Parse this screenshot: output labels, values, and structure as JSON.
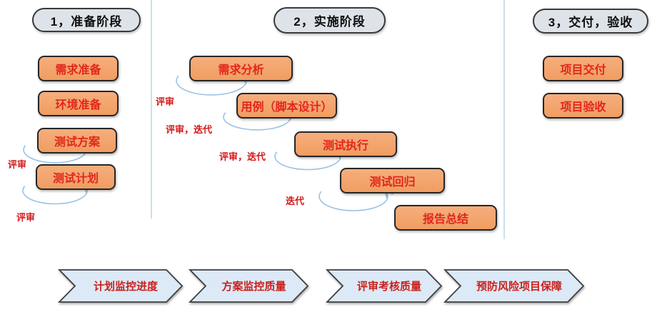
{
  "phases": [
    {
      "title": "1，准备阶段",
      "boxes": [
        "需求准备",
        "环境准备",
        "测试方案",
        "测试计划"
      ]
    },
    {
      "title": "2，实施阶段",
      "boxes": [
        "需求分析",
        "用例（脚本设计）",
        "测试执行",
        "测试回归",
        "报告总结"
      ]
    },
    {
      "title": "3，交付，验收",
      "boxes": [
        "项目交付",
        "项目验收"
      ]
    }
  ],
  "loop_annotations": [
    {
      "target": "测试方案",
      "label": "评审"
    },
    {
      "target": "测试计划",
      "label": "评审"
    },
    {
      "target": "需求分析",
      "label": "评审"
    },
    {
      "target": "用例（脚本设计）",
      "label": "评审，迭代"
    },
    {
      "target": "测试执行",
      "label": "评审，迭代"
    },
    {
      "target": "测试回归",
      "label": "迭代"
    }
  ],
  "bottom_banners": [
    "计划监控进度",
    "方案监控质量",
    "评审考核质量",
    "预防风险项目保障"
  ],
  "colors": {
    "box_fill": "#f3a571",
    "box_text": "#e2261c",
    "pill_fill": "#dee3e9",
    "banner_fill": "#dce9f6",
    "annotation_text": "#d41a1a",
    "connector_blue": "#9cc2e5"
  }
}
